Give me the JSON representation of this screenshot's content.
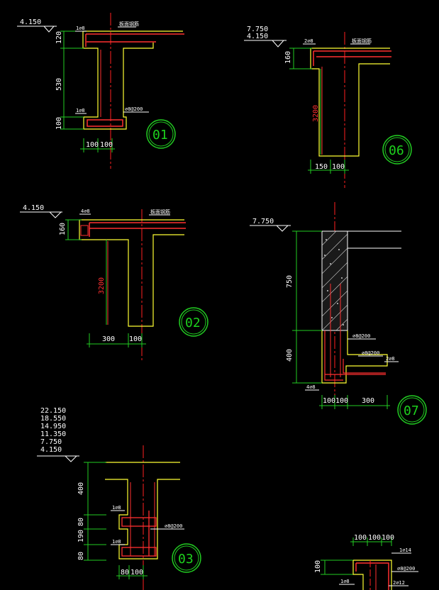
{
  "colors": {
    "background": "#000000",
    "concrete_outline": "#ffff33",
    "rebar": "#ff3030",
    "centerline": "#ff2020",
    "dimension": "#22cc22",
    "text": "#ffffff",
    "hatch": "#c8c8c8",
    "detail_circle": "#22cc22"
  },
  "details": [
    {
      "id": "01",
      "elevations": [
        "4.150"
      ],
      "dims_vertical": [
        "120",
        "530",
        "100"
      ],
      "dims_horizontal": [
        "100",
        "100"
      ],
      "bar_labels": [
        "1⌀8",
        "1⌀8",
        "⌀8@200"
      ],
      "slab_note": "板面钢筋"
    },
    {
      "id": "06",
      "elevations": [
        "7.750",
        "4.150"
      ],
      "dims_vertical": [
        "160",
        "3200"
      ],
      "dims_horizontal": [
        "150",
        "100"
      ],
      "bar_labels": [
        "2⌀8"
      ],
      "slab_note": "板面钢筋"
    },
    {
      "id": "02",
      "elevations": [
        "4.150"
      ],
      "dims_vertical": [
        "160",
        "3200"
      ],
      "dims_horizontal": [
        "300",
        "100"
      ],
      "bar_labels": [
        "4⌀8"
      ],
      "slab_note": "板面钢筋"
    },
    {
      "id": "07",
      "elevations": [
        "7.750"
      ],
      "dims_vertical": [
        "750",
        "400"
      ],
      "dims_horizontal": [
        "100",
        "100",
        "300"
      ],
      "bar_labels": [
        "⌀8@200",
        "⌀8@200",
        "2⌀8",
        "4⌀8"
      ]
    },
    {
      "id": "03",
      "elevations": [
        "22.150",
        "18.550",
        "14.950",
        "11.350",
        "7.750",
        "4.150"
      ],
      "dims_vertical": [
        "400",
        "80",
        "190",
        "80"
      ],
      "dims_horizontal": [
        "80",
        "100"
      ],
      "bar_labels": [
        "1⌀8",
        "1⌀8",
        "⌀8@200"
      ]
    },
    {
      "id": "partial",
      "dims_vertical": [
        "100"
      ],
      "dims_horizontal": [
        "100",
        "100",
        "100"
      ],
      "bar_labels": [
        "1⌀14",
        "⌀8@200",
        "2⌀12",
        "1⌀8"
      ]
    }
  ]
}
